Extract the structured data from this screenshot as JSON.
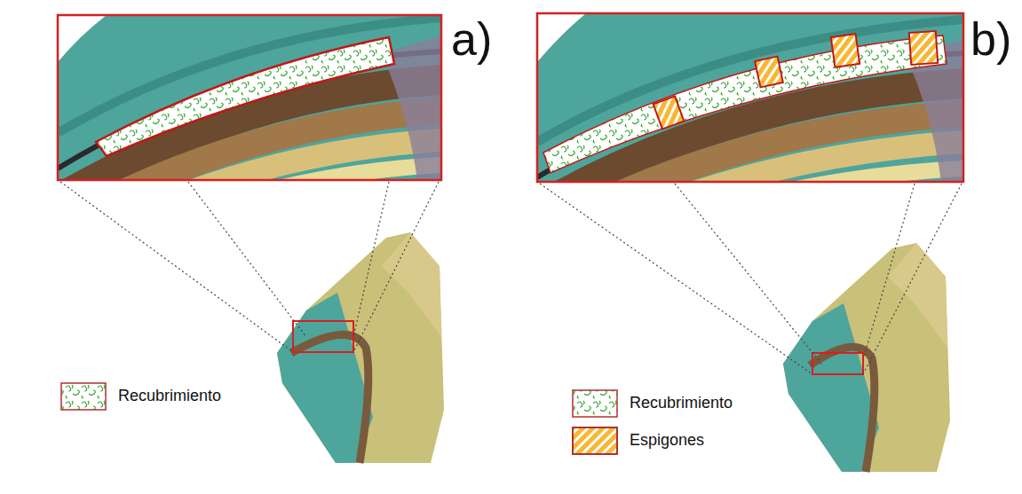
{
  "diagram": {
    "labels": [
      "a)",
      "b)"
    ],
    "legend": [
      {
        "text": "Recubrimiento"
      },
      {
        "text": "Recubrimiento"
      },
      {
        "text": "Espigones"
      }
    ]
  }
}
